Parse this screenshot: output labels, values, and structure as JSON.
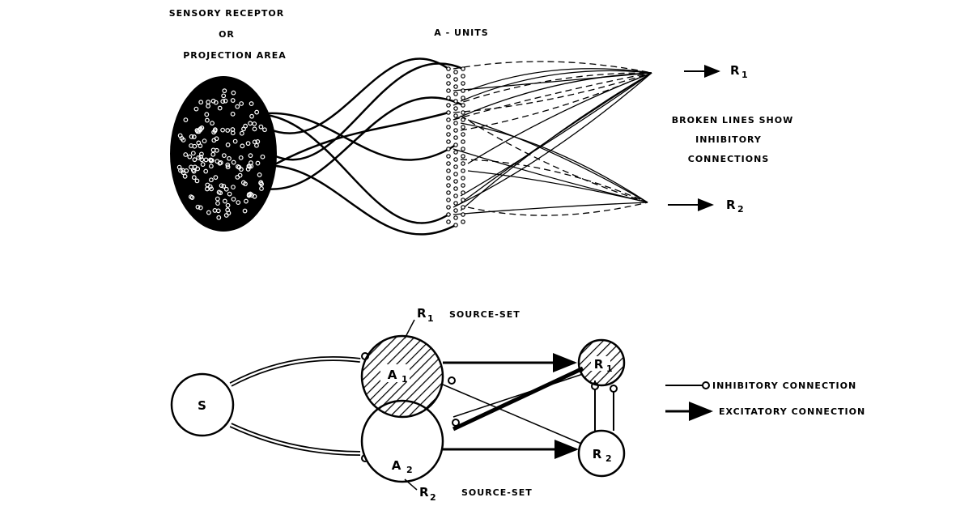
{
  "top": {
    "sensory_label": [
      "SENSORY RECEPTOR",
      "OR",
      "PROJECTION AREA"
    ],
    "a_units_label": "A - UNITS",
    "r1_label": "R",
    "r1_sub": "1",
    "r2_label": "R",
    "r2_sub": "2",
    "note": [
      "BROKEN LINES SHOW",
      "INHIBITORY",
      "CONNECTIONS"
    ]
  },
  "bottom": {
    "r1_source_set": {
      "r": "R",
      "sub": "1",
      "text": "SOURCE-SET"
    },
    "r2_source_set": {
      "r": "R",
      "sub": "2",
      "text": "SOURCE-SET"
    },
    "s_node": "S",
    "a1_node": {
      "a": "A",
      "sub": "1"
    },
    "a2_node": {
      "a": "A",
      "sub": "2"
    },
    "r1_node": {
      "r": "R",
      "sub": "1"
    },
    "r2_node": {
      "r": "R",
      "sub": "2"
    }
  },
  "legend": {
    "inhibitory": "INHIBITORY CONNECTION",
    "excitatory": "EXCITATORY CONNECTION"
  }
}
